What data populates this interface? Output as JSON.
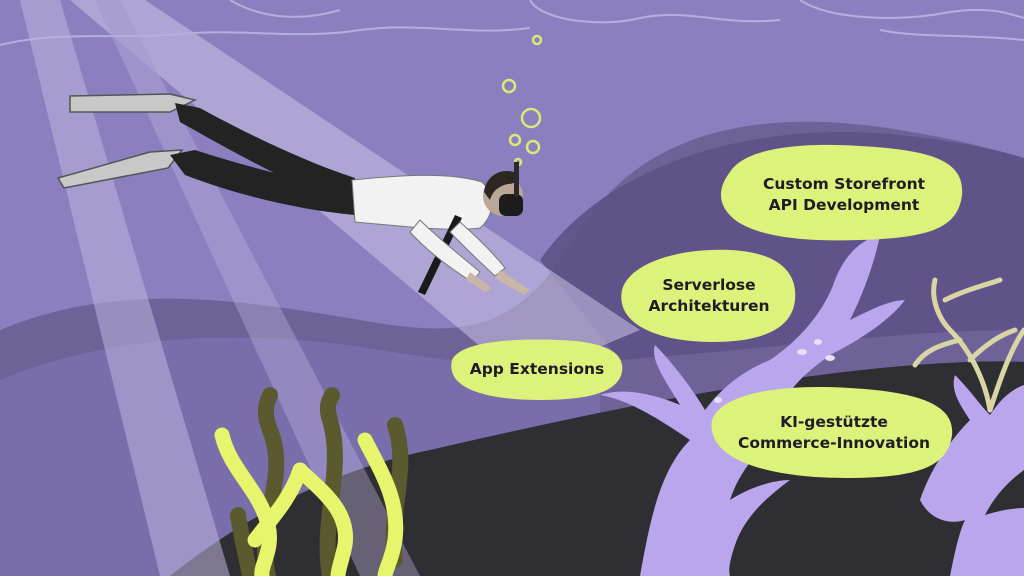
{
  "labels": {
    "storefront": [
      "Custom Storefront",
      "API Development"
    ],
    "serverless": [
      "Serverlose",
      "Architekturen"
    ],
    "app_extensions": [
      "App Extensions"
    ],
    "ki": [
      "KI-gestützte",
      "Commerce-Innovation"
    ]
  },
  "colors": {
    "water_top": "#8b7fc0",
    "water_mid": "#6f6298",
    "water_dark": "#5a4e80",
    "seabed": "#2f2e33",
    "light_beam": "#cbc4e6",
    "blob": "#ddf27a",
    "coral_purple": "#b9a6ec",
    "coral_cream": "#d9d5a4",
    "seaweed_yellow": "#e6f56b",
    "seaweed_olive": "#5b5a2e",
    "bubble": "#e0e873",
    "wave_line": "#b8aedc"
  },
  "icons": [
    "diver-figure",
    "air-bubbles",
    "purple-coral",
    "cream-coral",
    "yellow-seaweed",
    "olive-seaweed",
    "light-beams",
    "surface-waves"
  ]
}
